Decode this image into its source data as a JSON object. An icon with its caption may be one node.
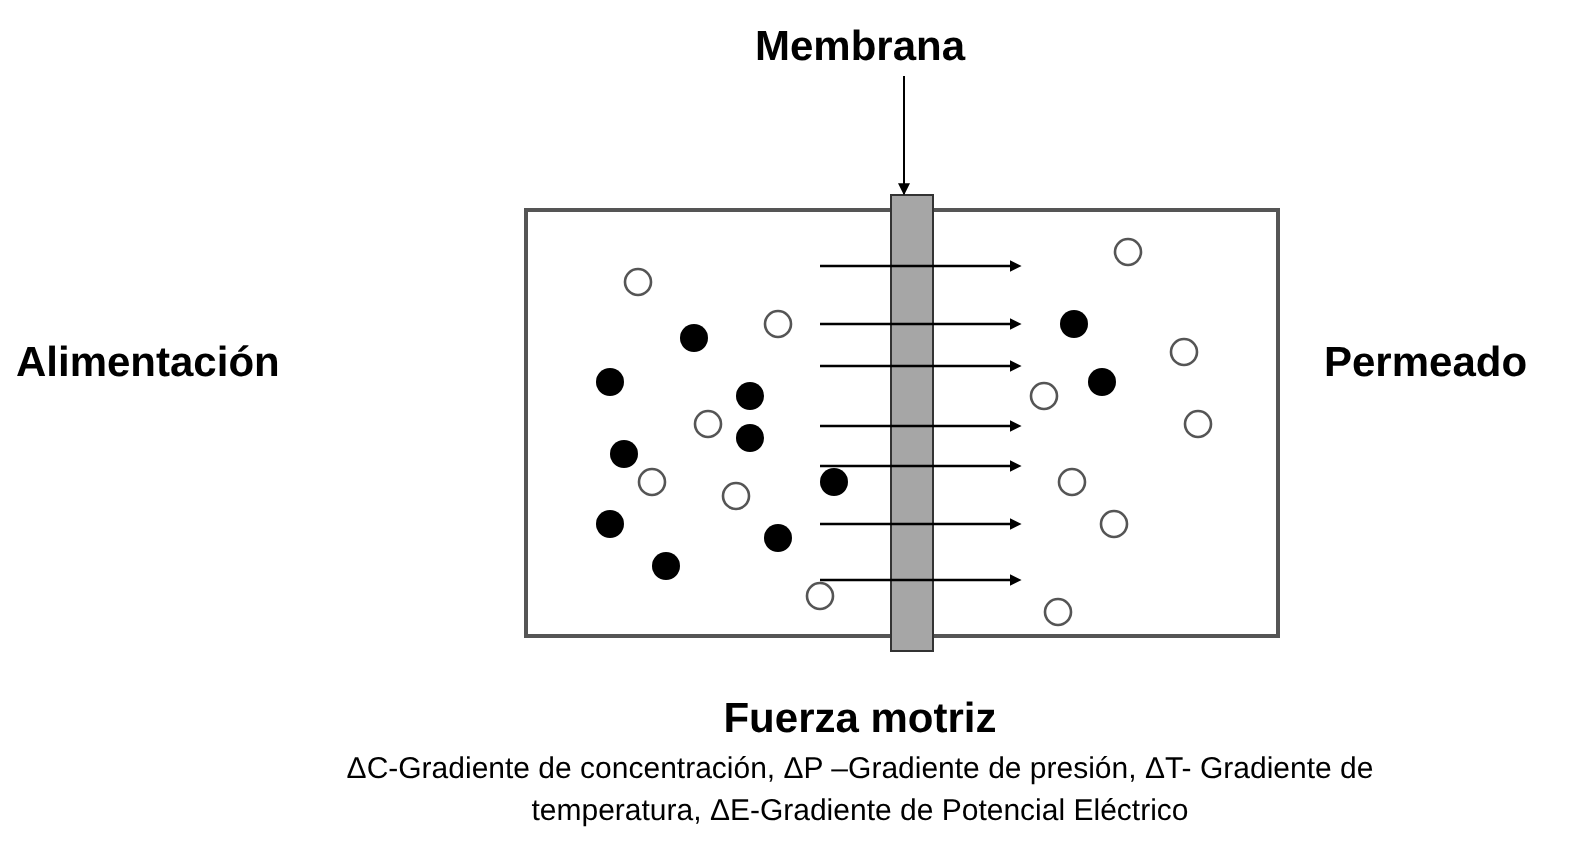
{
  "diagram": {
    "nodes": [
      {
        "text": [
          "Membrana"
        ]
      },
      {
        "text": [],
        "shape": "bar"
      }
    ],
    "edges": [
      {
        "from": 0,
        "to": 1,
        "arrow": "to"
      }
    ],
    "labels": [
      "Alimentación",
      "Permeado",
      "Fuerza motriz",
      "ΔC-Gradiente de concentración, ΔP –Gradiente de presión, ΔT- Gradiente de temperatura, ΔE-Gradiente de Potencial Eléctrico"
    ]
  }
}
